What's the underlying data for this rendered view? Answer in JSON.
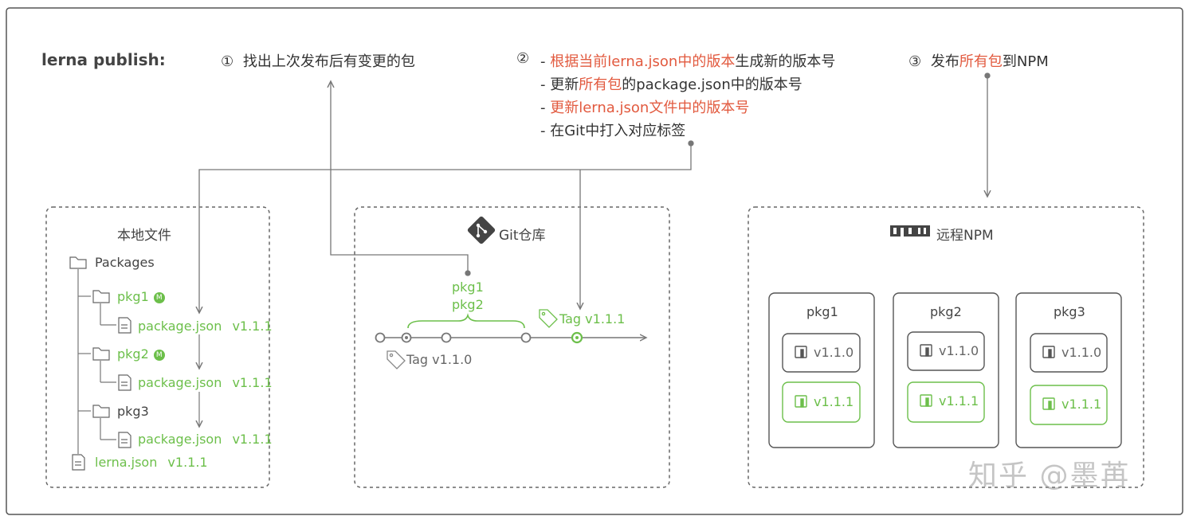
{
  "command_label": "lerna publish:",
  "step1": {
    "num": "①",
    "text": "找出上次发布后有变更的包"
  },
  "step2": {
    "num": "②",
    "line1": {
      "prefix": "- ",
      "red": "根据当前lerna.json中的版本",
      "rest": "生成新的版本号"
    },
    "line2": {
      "prefix": "- 更新",
      "red": "所有包",
      "rest": "的package.json中的版本号"
    },
    "line3": {
      "prefix": "- ",
      "red": "更新lerna.json文件中的版本号"
    },
    "line4": {
      "text": "- 在Git中打入对应标签"
    }
  },
  "step3": {
    "num": "③",
    "prefix": "发布",
    "red": "所有包",
    "rest": "到NPM"
  },
  "local": {
    "title": "本地文件",
    "root": "Packages",
    "packages": [
      {
        "name": "pkg1",
        "badge": "M",
        "file": "package.json",
        "version": "v1.1.1"
      },
      {
        "name": "pkg2",
        "badge": "M",
        "file": "package.json",
        "version": "v1.1.1"
      },
      {
        "name": "pkg3",
        "badge": "",
        "file": "package.json",
        "version": "v1.1.1"
      }
    ],
    "lerna_file": "lerna.json",
    "lerna_version": "v1.1.1"
  },
  "git": {
    "title": "Git仓库",
    "changed": [
      "pkg1",
      "pkg2"
    ],
    "old_tag": "Tag v1.1.0",
    "new_tag": "Tag v1.1.1"
  },
  "npm": {
    "logo": "npm",
    "title": "远程NPM",
    "packages": [
      {
        "name": "pkg1",
        "old_version": "v1.1.0",
        "new_version": "v1.1.1"
      },
      {
        "name": "pkg2",
        "old_version": "v1.1.0",
        "new_version": "v1.1.1"
      },
      {
        "name": "pkg3",
        "old_version": "v1.1.0",
        "new_version": "v1.1.1"
      }
    ]
  },
  "watermark": "知乎 @墨苒",
  "colors": {
    "accent_red": "#e25a3f",
    "accent_green": "#6cbf4a",
    "line": "#777777"
  }
}
